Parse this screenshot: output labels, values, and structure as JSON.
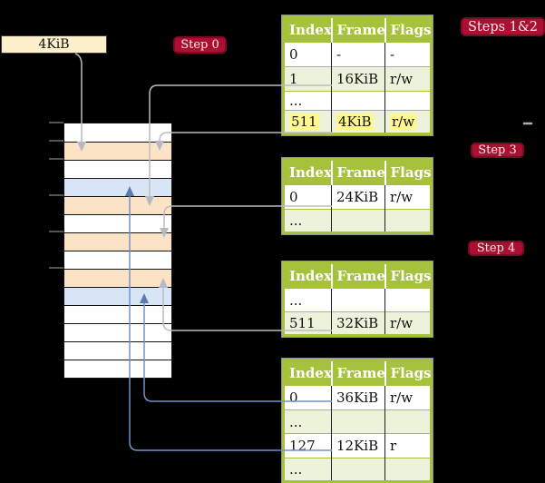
{
  "colors": {
    "background": "#000000",
    "table_header_bg": "#a6c23c",
    "table_alt_row_bg": "#edf2da",
    "table_border_green": "#a6c23c",
    "highlight_yellow": "#fef88d",
    "frame_box_bg": "#fdf0cb",
    "memory_orange": "#fce3c5",
    "memory_blue": "#d8e5f6",
    "badge_bg": "#ac1031",
    "badge_border": "#7c0a24",
    "badge_text": "#f7e9ec",
    "gray_connector": "#bcbcbc",
    "blue_connector": "#7492c6"
  },
  "frame_box": {
    "label": "4KiB"
  },
  "badges": {
    "step0": "Step 0",
    "steps12": "Steps 1&2",
    "step3": "Step 3",
    "step4": "Step 4"
  },
  "tables": [
    {
      "columns": [
        "Index",
        "Frame",
        "Flags"
      ],
      "rows": [
        {
          "cells": [
            "0",
            "-",
            "-"
          ]
        },
        {
          "cells": [
            "1",
            "16KiB",
            "r/w"
          ]
        },
        {
          "cells": [
            "...",
            "",
            ""
          ]
        },
        {
          "cells": [
            "511",
            "4KiB",
            "r/w"
          ],
          "highlighted": true
        }
      ]
    },
    {
      "columns": [
        "Index",
        "Frame",
        "Flags"
      ],
      "rows": [
        {
          "cells": [
            "0",
            "24KiB",
            "r/w"
          ]
        },
        {
          "cells": [
            "...",
            "",
            ""
          ]
        }
      ]
    },
    {
      "columns": [
        "Index",
        "Frame",
        "Flags"
      ],
      "rows": [
        {
          "cells": [
            "...",
            "",
            ""
          ]
        },
        {
          "cells": [
            "511",
            "32KiB",
            "r/w"
          ]
        }
      ]
    },
    {
      "columns": [
        "Index",
        "Frame",
        "Flags"
      ],
      "rows": [
        {
          "cells": [
            "0",
            "36KiB",
            "r/w"
          ]
        },
        {
          "cells": [
            "...",
            "",
            ""
          ]
        },
        {
          "cells": [
            "127",
            "12KiB",
            "r"
          ]
        },
        {
          "cells": [
            "...",
            "",
            ""
          ]
        }
      ]
    }
  ],
  "memory": {
    "rows": [
      "white",
      "orange",
      "white",
      "blue",
      "orange",
      "white",
      "orange",
      "white",
      "orange",
      "blue",
      "white",
      "white",
      "white",
      "white"
    ]
  }
}
